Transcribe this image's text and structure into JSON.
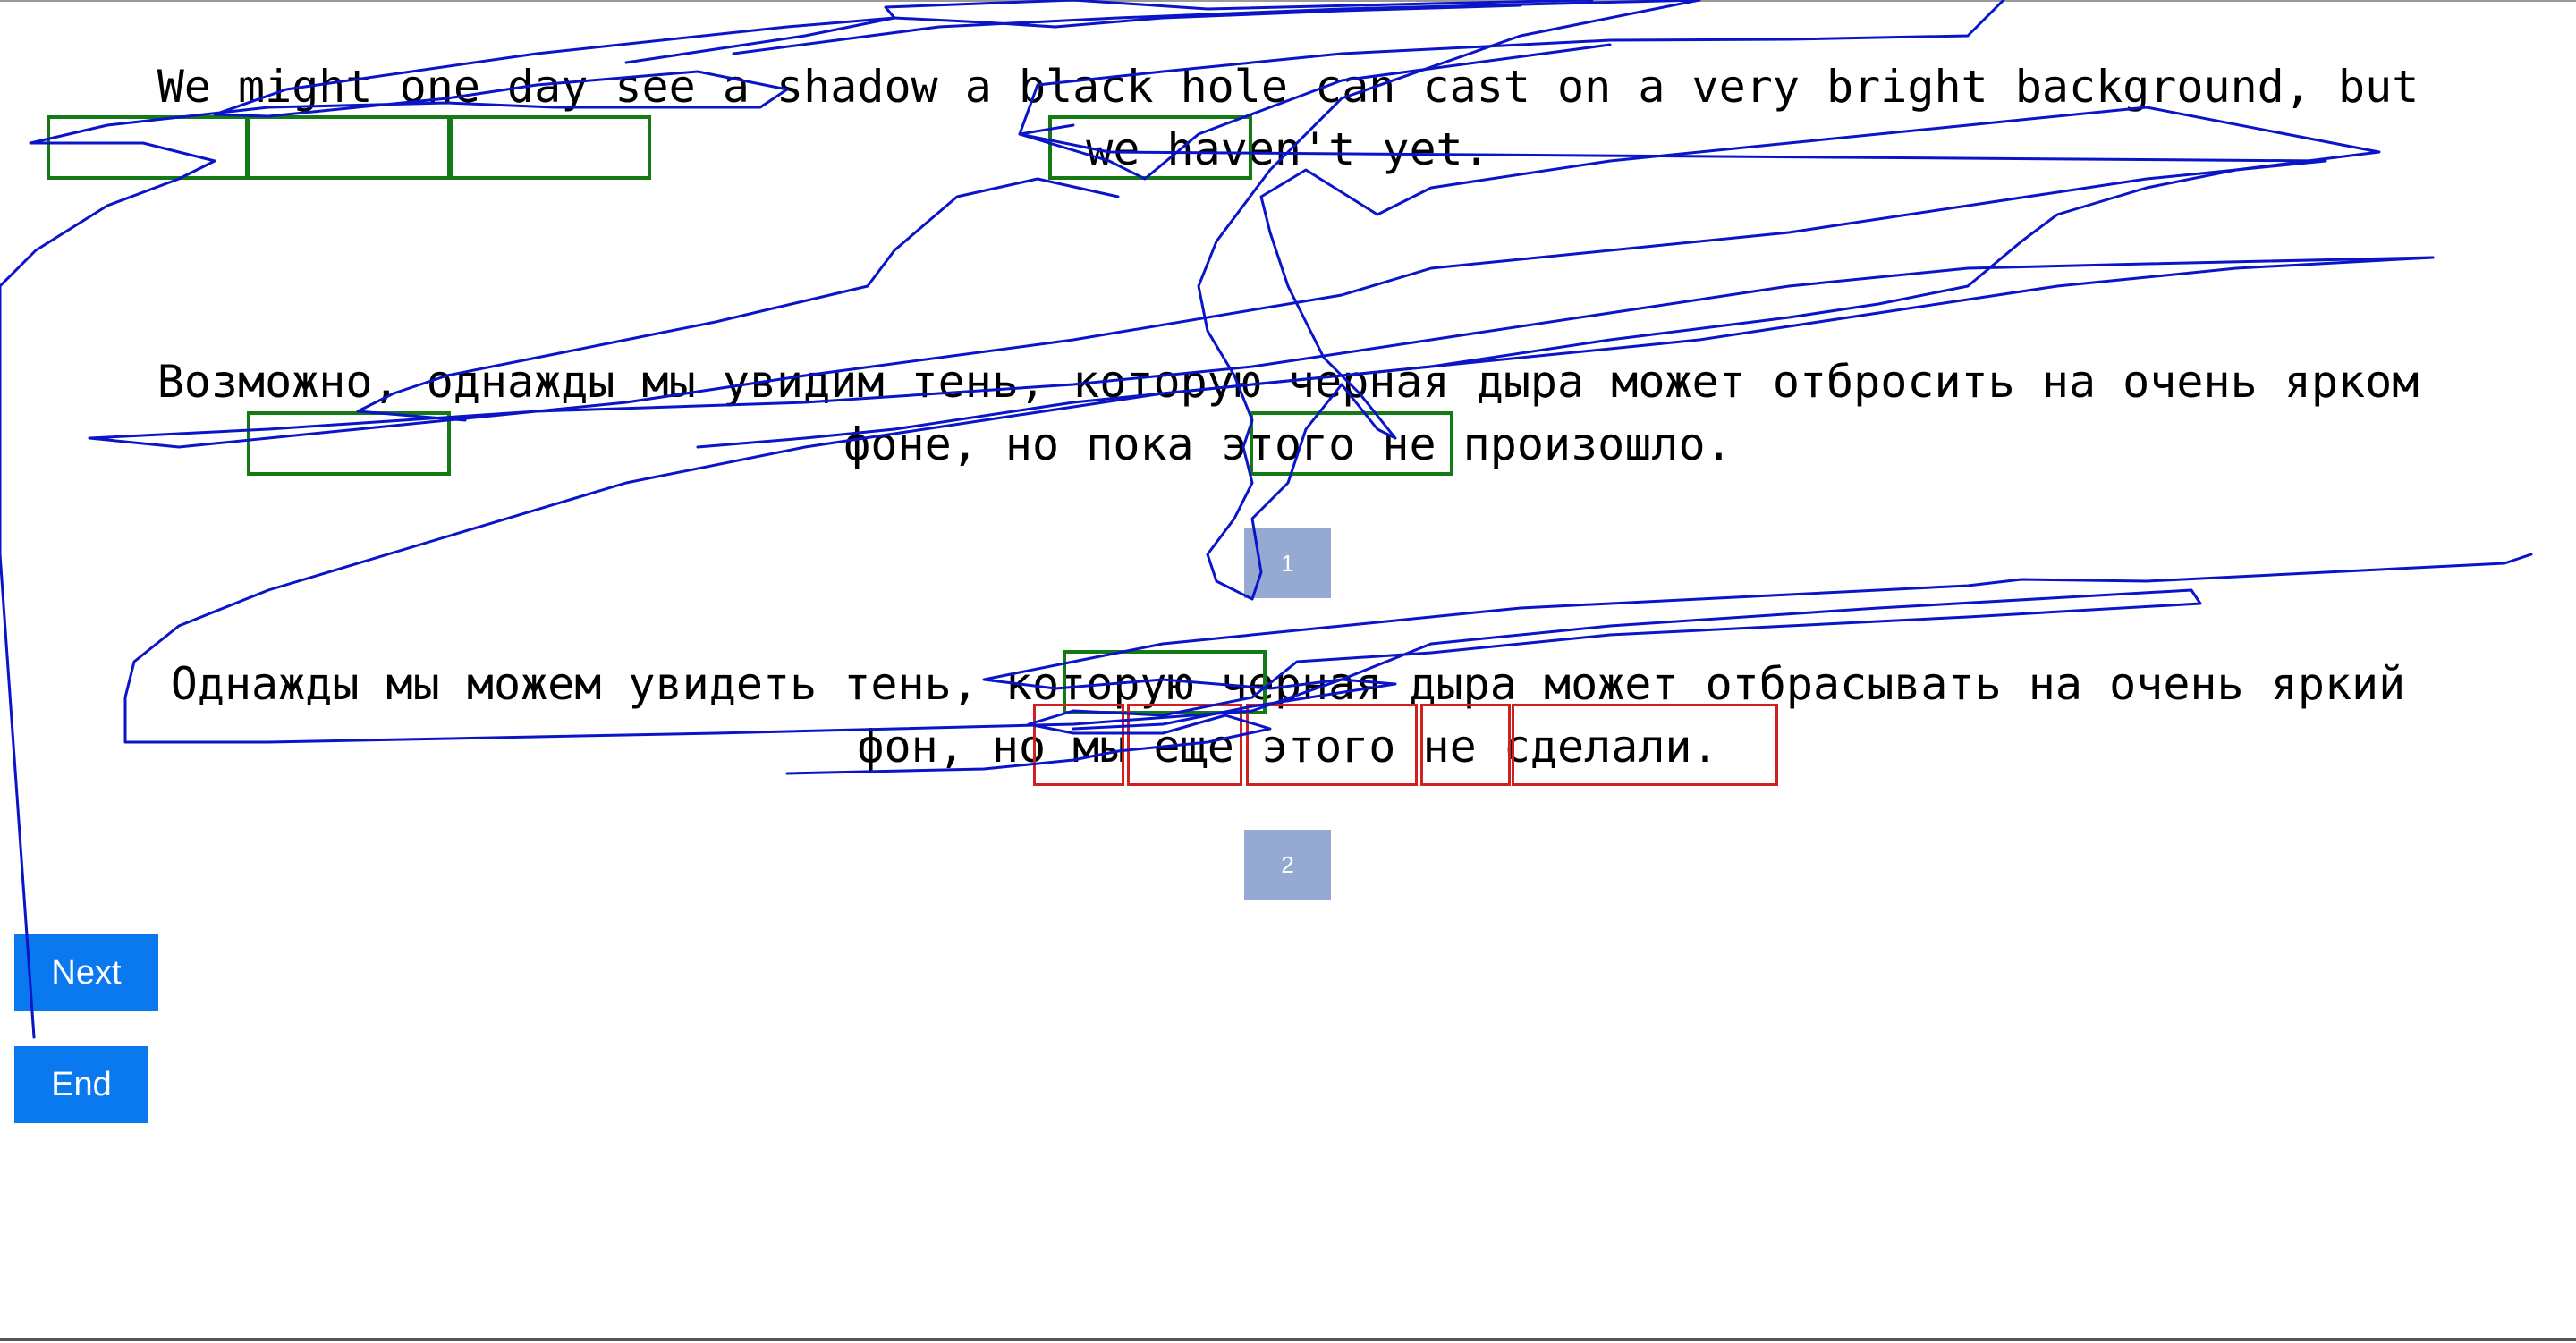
{
  "source_sentence": {
    "line1": "We might one day see a shadow a black hole can cast on a very bright background, but",
    "line2": "we haven't yet."
  },
  "translation_1": {
    "line1": "Возможно, однажды мы увидим тень, которую черная дыра может отбросить на очень ярком",
    "line2": "фоне, но пока этого не произошло.",
    "number_label": "1"
  },
  "translation_2": {
    "line1": "Однажды мы можем увидеть тень, которую черная дыра может отбрасывать на очень яркий",
    "line2": "фон, но мы еще этого не сделали.",
    "number_label": "2"
  },
  "buttons": {
    "next": "Next",
    "end": "End"
  },
  "colors": {
    "highlight_green": "#147a14",
    "highlight_red": "#d02020",
    "gaze_trace": "#0a14c8",
    "number_button": "#96a9d3",
    "nav_button": "#0a79f0"
  }
}
